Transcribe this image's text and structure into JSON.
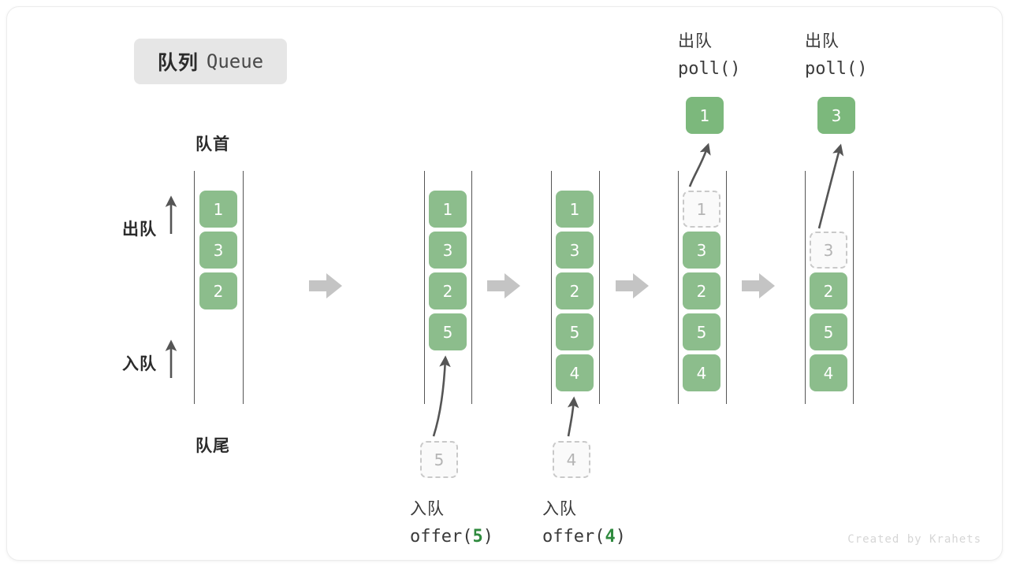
{
  "title": {
    "cn": "队列",
    "en": "Queue"
  },
  "labels": {
    "front": "队首",
    "rear": "队尾",
    "dequeue": "出队",
    "enqueue": "入队"
  },
  "footer": "Created by Krahets",
  "colors": {
    "cell_fill": "#8cbd8c",
    "cell_text": "#ffffff",
    "ghost_border": "#c9c9c9",
    "ghost_text": "#b4b4b4",
    "rail": "#555555",
    "arrow_gray": "#c4c4c4",
    "code_number": "#2f8a3e",
    "chip_bg": "#e6e6e6",
    "footer_text": "#d6d6d6"
  },
  "icons": {
    "step_arrow": "right-block-arrow-icon",
    "direction_arrow": "up-arrow-icon",
    "flow_arrow": "curved-arrow-icon"
  },
  "stages": [
    {
      "id": "initial",
      "caption_top_cn": "",
      "caption_top_code": "",
      "caption_bottom_cn": "",
      "caption_bottom_code": "",
      "cells": [
        {
          "value": "1",
          "state": "filled"
        },
        {
          "value": "3",
          "state": "filled"
        },
        {
          "value": "2",
          "state": "filled"
        }
      ],
      "incoming": null,
      "outgoing": null
    },
    {
      "id": "offer-5",
      "caption_top_cn": "",
      "caption_top_code": "",
      "caption_bottom_cn": "入队",
      "caption_bottom_code_prefix": "offer(",
      "caption_bottom_code_num": "5",
      "caption_bottom_code_suffix": ")",
      "cells": [
        {
          "value": "1",
          "state": "filled"
        },
        {
          "value": "3",
          "state": "filled"
        },
        {
          "value": "2",
          "state": "filled"
        },
        {
          "value": "5",
          "state": "filled"
        }
      ],
      "incoming": {
        "value": "5",
        "state": "ghost"
      },
      "outgoing": null
    },
    {
      "id": "offer-4",
      "caption_bottom_cn": "入队",
      "caption_bottom_code_prefix": "offer(",
      "caption_bottom_code_num": "4",
      "caption_bottom_code_suffix": ")",
      "cells": [
        {
          "value": "1",
          "state": "filled"
        },
        {
          "value": "3",
          "state": "filled"
        },
        {
          "value": "2",
          "state": "filled"
        },
        {
          "value": "5",
          "state": "filled"
        },
        {
          "value": "4",
          "state": "filled"
        }
      ],
      "incoming": {
        "value": "4",
        "state": "ghost"
      },
      "outgoing": null
    },
    {
      "id": "poll-1",
      "caption_top_cn": "出队",
      "caption_top_code": "poll()",
      "cells": [
        {
          "value": "1",
          "state": "ghost"
        },
        {
          "value": "3",
          "state": "filled"
        },
        {
          "value": "2",
          "state": "filled"
        },
        {
          "value": "5",
          "state": "filled"
        },
        {
          "value": "4",
          "state": "filled"
        }
      ],
      "incoming": null,
      "outgoing": {
        "value": "1",
        "state": "out"
      }
    },
    {
      "id": "poll-3",
      "caption_top_cn": "出队",
      "caption_top_code": "poll()",
      "cells": [
        {
          "value": "",
          "state": "empty"
        },
        {
          "value": "3",
          "state": "ghost"
        },
        {
          "value": "2",
          "state": "filled"
        },
        {
          "value": "5",
          "state": "filled"
        },
        {
          "value": "4",
          "state": "filled"
        }
      ],
      "incoming": null,
      "outgoing": {
        "value": "3",
        "state": "out"
      }
    }
  ]
}
